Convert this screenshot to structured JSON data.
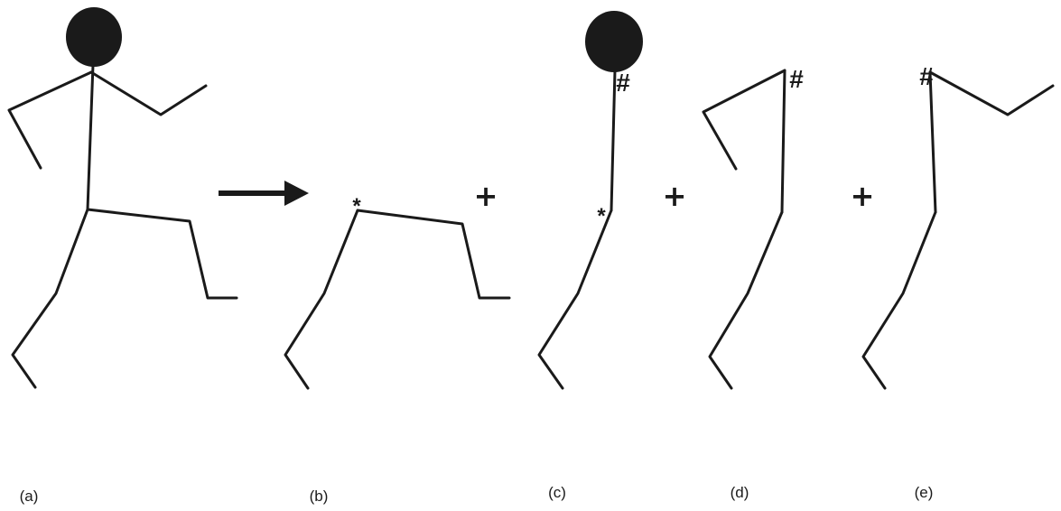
{
  "panels": [
    {
      "id": "a",
      "caption": "(a)"
    },
    {
      "id": "b",
      "caption": "(b)"
    },
    {
      "id": "c",
      "caption": "(c)"
    },
    {
      "id": "d",
      "caption": "(d)"
    },
    {
      "id": "e",
      "caption": "(e)"
    }
  ],
  "operators": {
    "plus": "+"
  },
  "joint_markers": {
    "hip": "*",
    "neck": "#"
  },
  "colors": {
    "ink": "#1a1a1a",
    "background": "#ffffff"
  }
}
